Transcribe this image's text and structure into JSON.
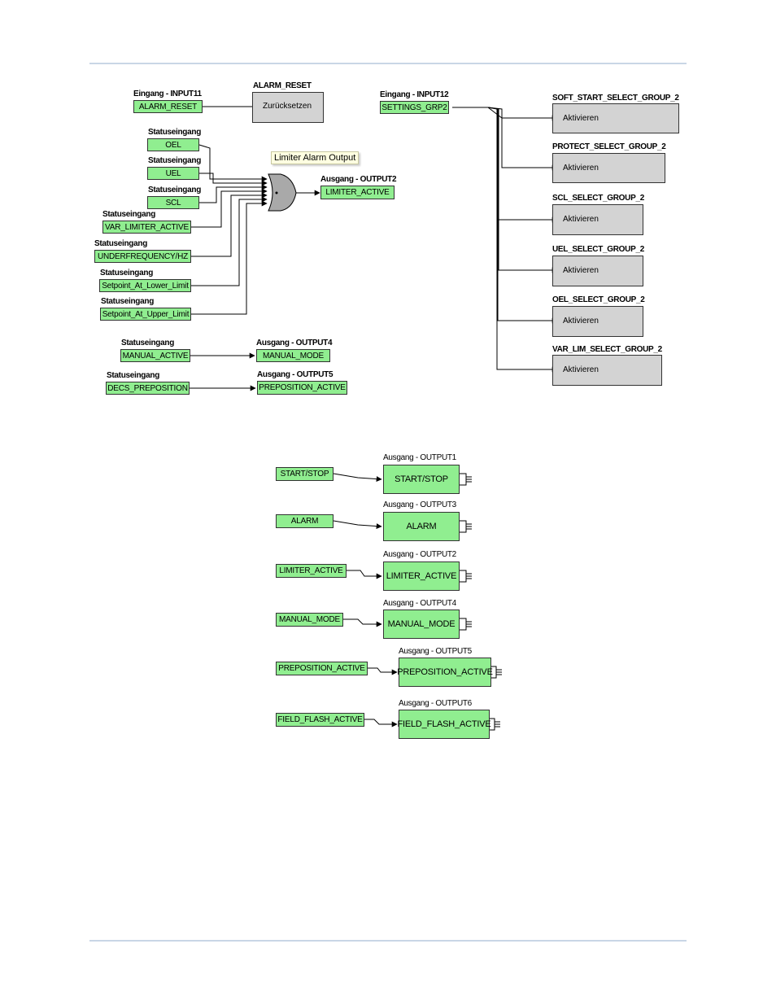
{
  "top_diagram": {
    "alarm_reset_input": {
      "header": "Eingang - INPUT11",
      "value": "ALARM_RESET"
    },
    "alarm_reset_block": {
      "header": "ALARM_RESET",
      "port": "Zurücksetzen"
    },
    "settings_input": {
      "header": "Eingang - INPUT12",
      "value": "SETTINGS_GRP2"
    },
    "status_inputs": [
      {
        "header": "Statuseingang",
        "value": "OEL"
      },
      {
        "header": "Statuseingang",
        "value": "UEL"
      },
      {
        "header": "Statuseingang",
        "value": "SCL"
      },
      {
        "header": "Statuseingang",
        "value": "VAR_LIMITER_ACTIVE"
      },
      {
        "header": "Statuseingang",
        "value": "UNDERFREQUENCY/HZ"
      },
      {
        "header": "Statuseingang",
        "value": "Setpoint_At_Lower_Limit"
      },
      {
        "header": "Statuseingang",
        "value": "Setpoint_At_Upper_Limit"
      }
    ],
    "tooltip": "Limiter Alarm Output",
    "or_output": {
      "header": "Ausgang - OUTPUT2",
      "value": "LIMITER_ACTIVE"
    },
    "manual_input": {
      "header": "Statuseingang",
      "value": "MANUAL_ACTIVE"
    },
    "manual_output": {
      "header": "Ausgang - OUTPUT4",
      "value": "MANUAL_MODE"
    },
    "decs_input": {
      "header": "Statuseingang",
      "value": "DECS_PREPOSITION"
    },
    "decs_output": {
      "header": "Ausgang - OUTPUT5",
      "value": "PREPOSITION_ACTIVE"
    },
    "group_blocks": [
      {
        "header": "SOFT_START_SELECT_GROUP_2",
        "port": "Aktivieren"
      },
      {
        "header": "PROTECT_SELECT_GROUP_2",
        "port": "Aktivieren"
      },
      {
        "header": "SCL_SELECT_GROUP_2",
        "port": "Aktivieren"
      },
      {
        "header": "UEL_SELECT_GROUP_2",
        "port": "Aktivieren"
      },
      {
        "header": "OEL_SELECT_GROUP_2",
        "port": "Aktivieren"
      },
      {
        "header": "VAR_LIM_SELECT_GROUP_2",
        "port": "Aktivieren"
      }
    ]
  },
  "bottom_diagram": {
    "rows": [
      {
        "input": "START/STOP",
        "header": "Ausgang - OUTPUT1",
        "output": "START/STOP"
      },
      {
        "input": "ALARM",
        "header": "Ausgang - OUTPUT3",
        "output": "ALARM"
      },
      {
        "input": "LIMITER_ACTIVE",
        "header": "Ausgang - OUTPUT2",
        "output": "LIMITER_ACTIVE"
      },
      {
        "input": "MANUAL_MODE",
        "header": "Ausgang - OUTPUT4",
        "output": "MANUAL_MODE"
      },
      {
        "input": "PREPOSITION_ACTIVE",
        "header": "Ausgang - OUTPUT5",
        "output": "PREPOSITION_ACTIVE"
      },
      {
        "input": "FIELD_FLASH_ACTIVE",
        "header": "Ausgang - OUTPUT6",
        "output": "FIELD_FLASH_ACTIVE"
      }
    ]
  },
  "colors": {
    "block_green": "#90ee90",
    "block_gray": "#d3d3d3",
    "rule": "#c9d6e6"
  }
}
